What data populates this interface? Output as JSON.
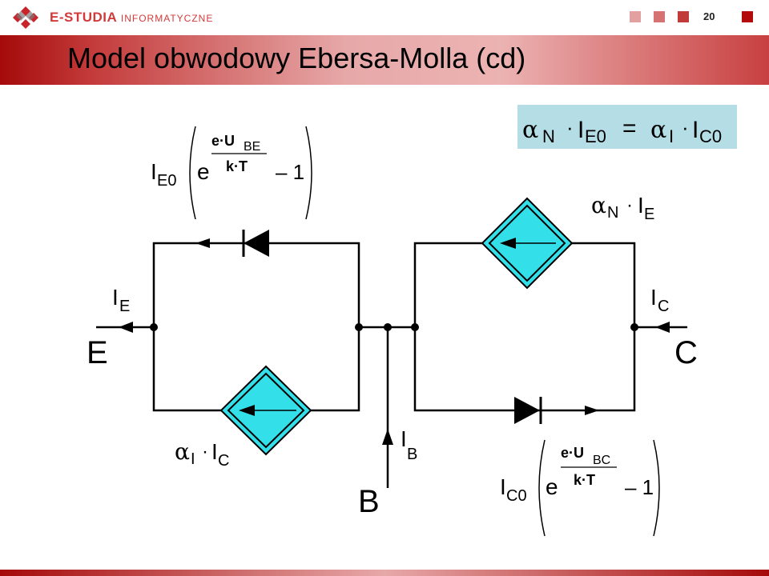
{
  "header": {
    "logo_text_main": "E-STUDIA",
    "logo_text_sub": "INFORMATYCZNE",
    "page_number": "20",
    "squares": [
      "#e3a0a0",
      "#d67272",
      "#c23b3b",
      "#b30b0b"
    ]
  },
  "slide": {
    "title": "Model obwodowy Ebersa-Molla (cd)"
  },
  "equation": {
    "alpha": "α",
    "sub_N": "N",
    "dot": "·",
    "I": "I",
    "sub_E0": "E0",
    "equals": "=",
    "sub_I": "I",
    "sub_C0": "C0"
  },
  "diagram": {
    "formula_emitter": {
      "I": "I",
      "sub": "E0",
      "e": "e",
      "num_e": "e·U",
      "num_sub": "BE",
      "den": "k·T",
      "minus_one": "– 1"
    },
    "formula_collector": {
      "I": "I",
      "sub": "C0",
      "e": "e",
      "num_e": "e·U",
      "num_sub": "BC",
      "den": "k·T",
      "minus_one": "– 1"
    },
    "labels": {
      "IE": {
        "main": "I",
        "sub": "E"
      },
      "IC": {
        "main": "I",
        "sub": "C"
      },
      "IB": {
        "main": "I",
        "sub": "B"
      },
      "E": "E",
      "C": "C",
      "B": "B",
      "source_left": {
        "alpha": "α",
        "sub1": "I",
        "dot": "·",
        "I": "I",
        "sub2": "C"
      },
      "source_right": {
        "alpha": "α",
        "sub1": "N",
        "dot": "·",
        "I": "I",
        "sub2": "E"
      }
    }
  }
}
